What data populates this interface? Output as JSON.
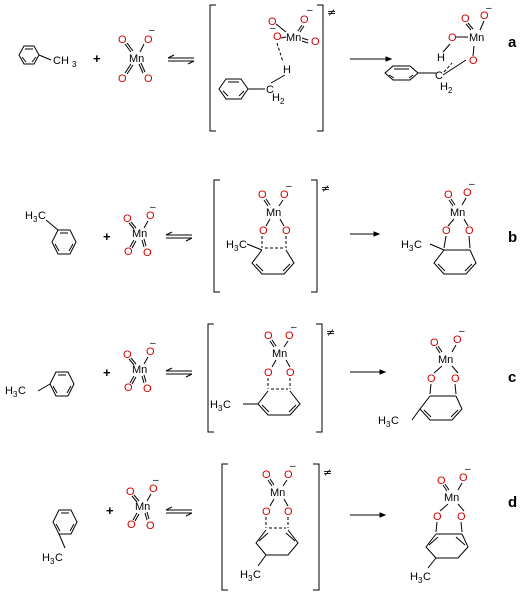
{
  "labels": {
    "ch3": "CH",
    "three": "3",
    "h": "H",
    "c": "C",
    "h2_h": "H",
    "h2_sub": "2",
    "mn": "Mn",
    "o": "O",
    "minus": "–",
    "plus": "+",
    "ts": "≠",
    "rows": [
      "a",
      "b",
      "c",
      "d"
    ]
  },
  "colors": {
    "oxygen": "#d40000",
    "ink": "#000000"
  }
}
